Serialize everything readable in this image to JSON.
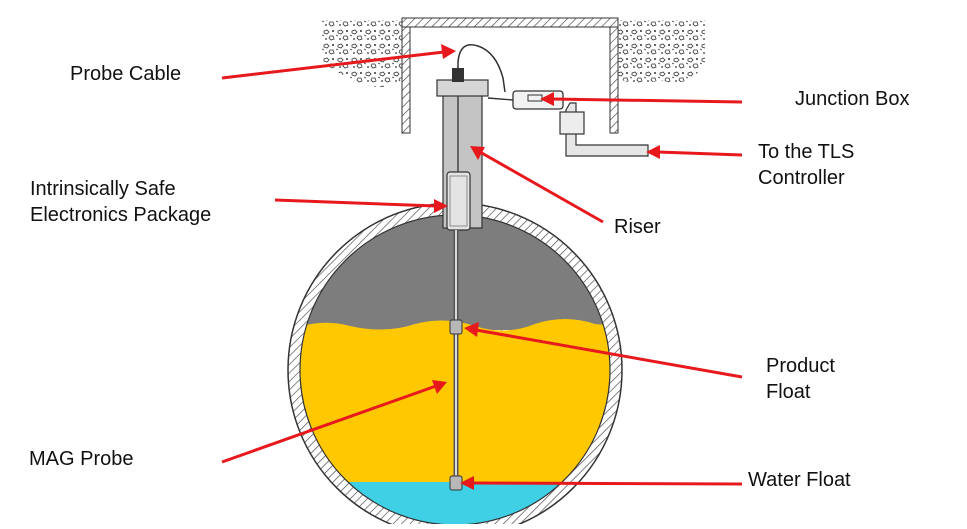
{
  "labels": {
    "probe_cable": "Probe Cable",
    "junction_box": "Junction Box",
    "tls_line1": "To the TLS",
    "tls_line2": "Controller",
    "electronics_line1": "Intrinsically Safe",
    "electronics_line2": "Electronics Package",
    "riser": "Riser",
    "product_float_line1": "Product",
    "product_float_line2": "Float",
    "mag_probe": "MAG Probe",
    "water_float": "Water Float"
  },
  "colors": {
    "arrow": "#e8191d",
    "product": "#ffc800",
    "vapor": "#7d7d7d",
    "water": "#3fd0e6",
    "riser": "#c4c4c4",
    "outline": "#222222"
  }
}
